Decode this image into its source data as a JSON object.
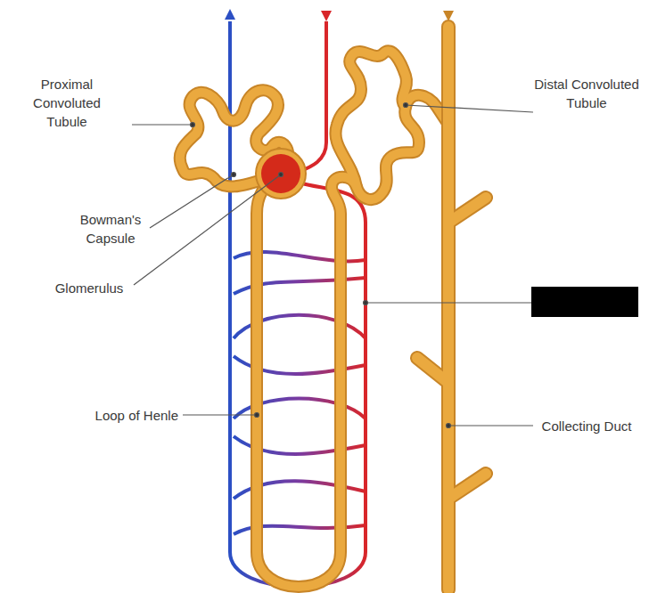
{
  "diagram": {
    "labels": [
      "Proximal Convoluted Tubule",
      "Bowman's Capsule",
      "Glomerulus",
      "Loop of Henle",
      "Distal Convoluted Tubule",
      "Collecting Duct"
    ]
  }
}
